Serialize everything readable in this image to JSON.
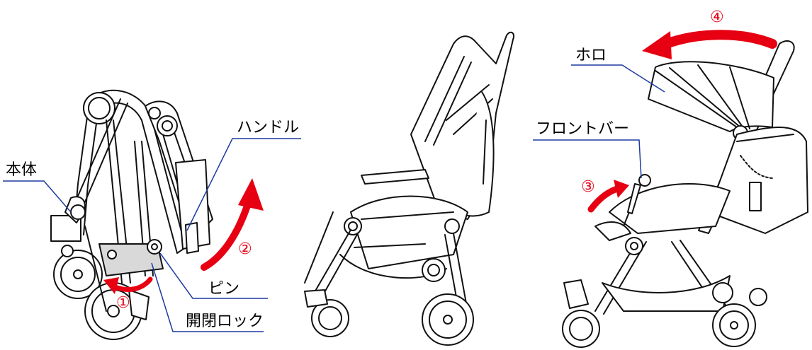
{
  "labels": {
    "body": "本体",
    "handle": "ハンドル",
    "pin": "ピン",
    "lock": "開閉ロック",
    "canopy": "ホロ",
    "front_bar": "フロントバー"
  },
  "steps": {
    "s1": "①",
    "s2": "②",
    "s3": "③",
    "s4": "④"
  },
  "colors": {
    "arrow": "#e60012",
    "leader": "#1d3aa0",
    "line": "#111111"
  },
  "illustrations": [
    "folded-stroller",
    "half-open-stroller",
    "open-stroller"
  ],
  "icons": [
    "curved-arrow-step-1",
    "curved-arrow-step-2",
    "curved-arrow-step-3",
    "curved-arrow-step-4"
  ]
}
